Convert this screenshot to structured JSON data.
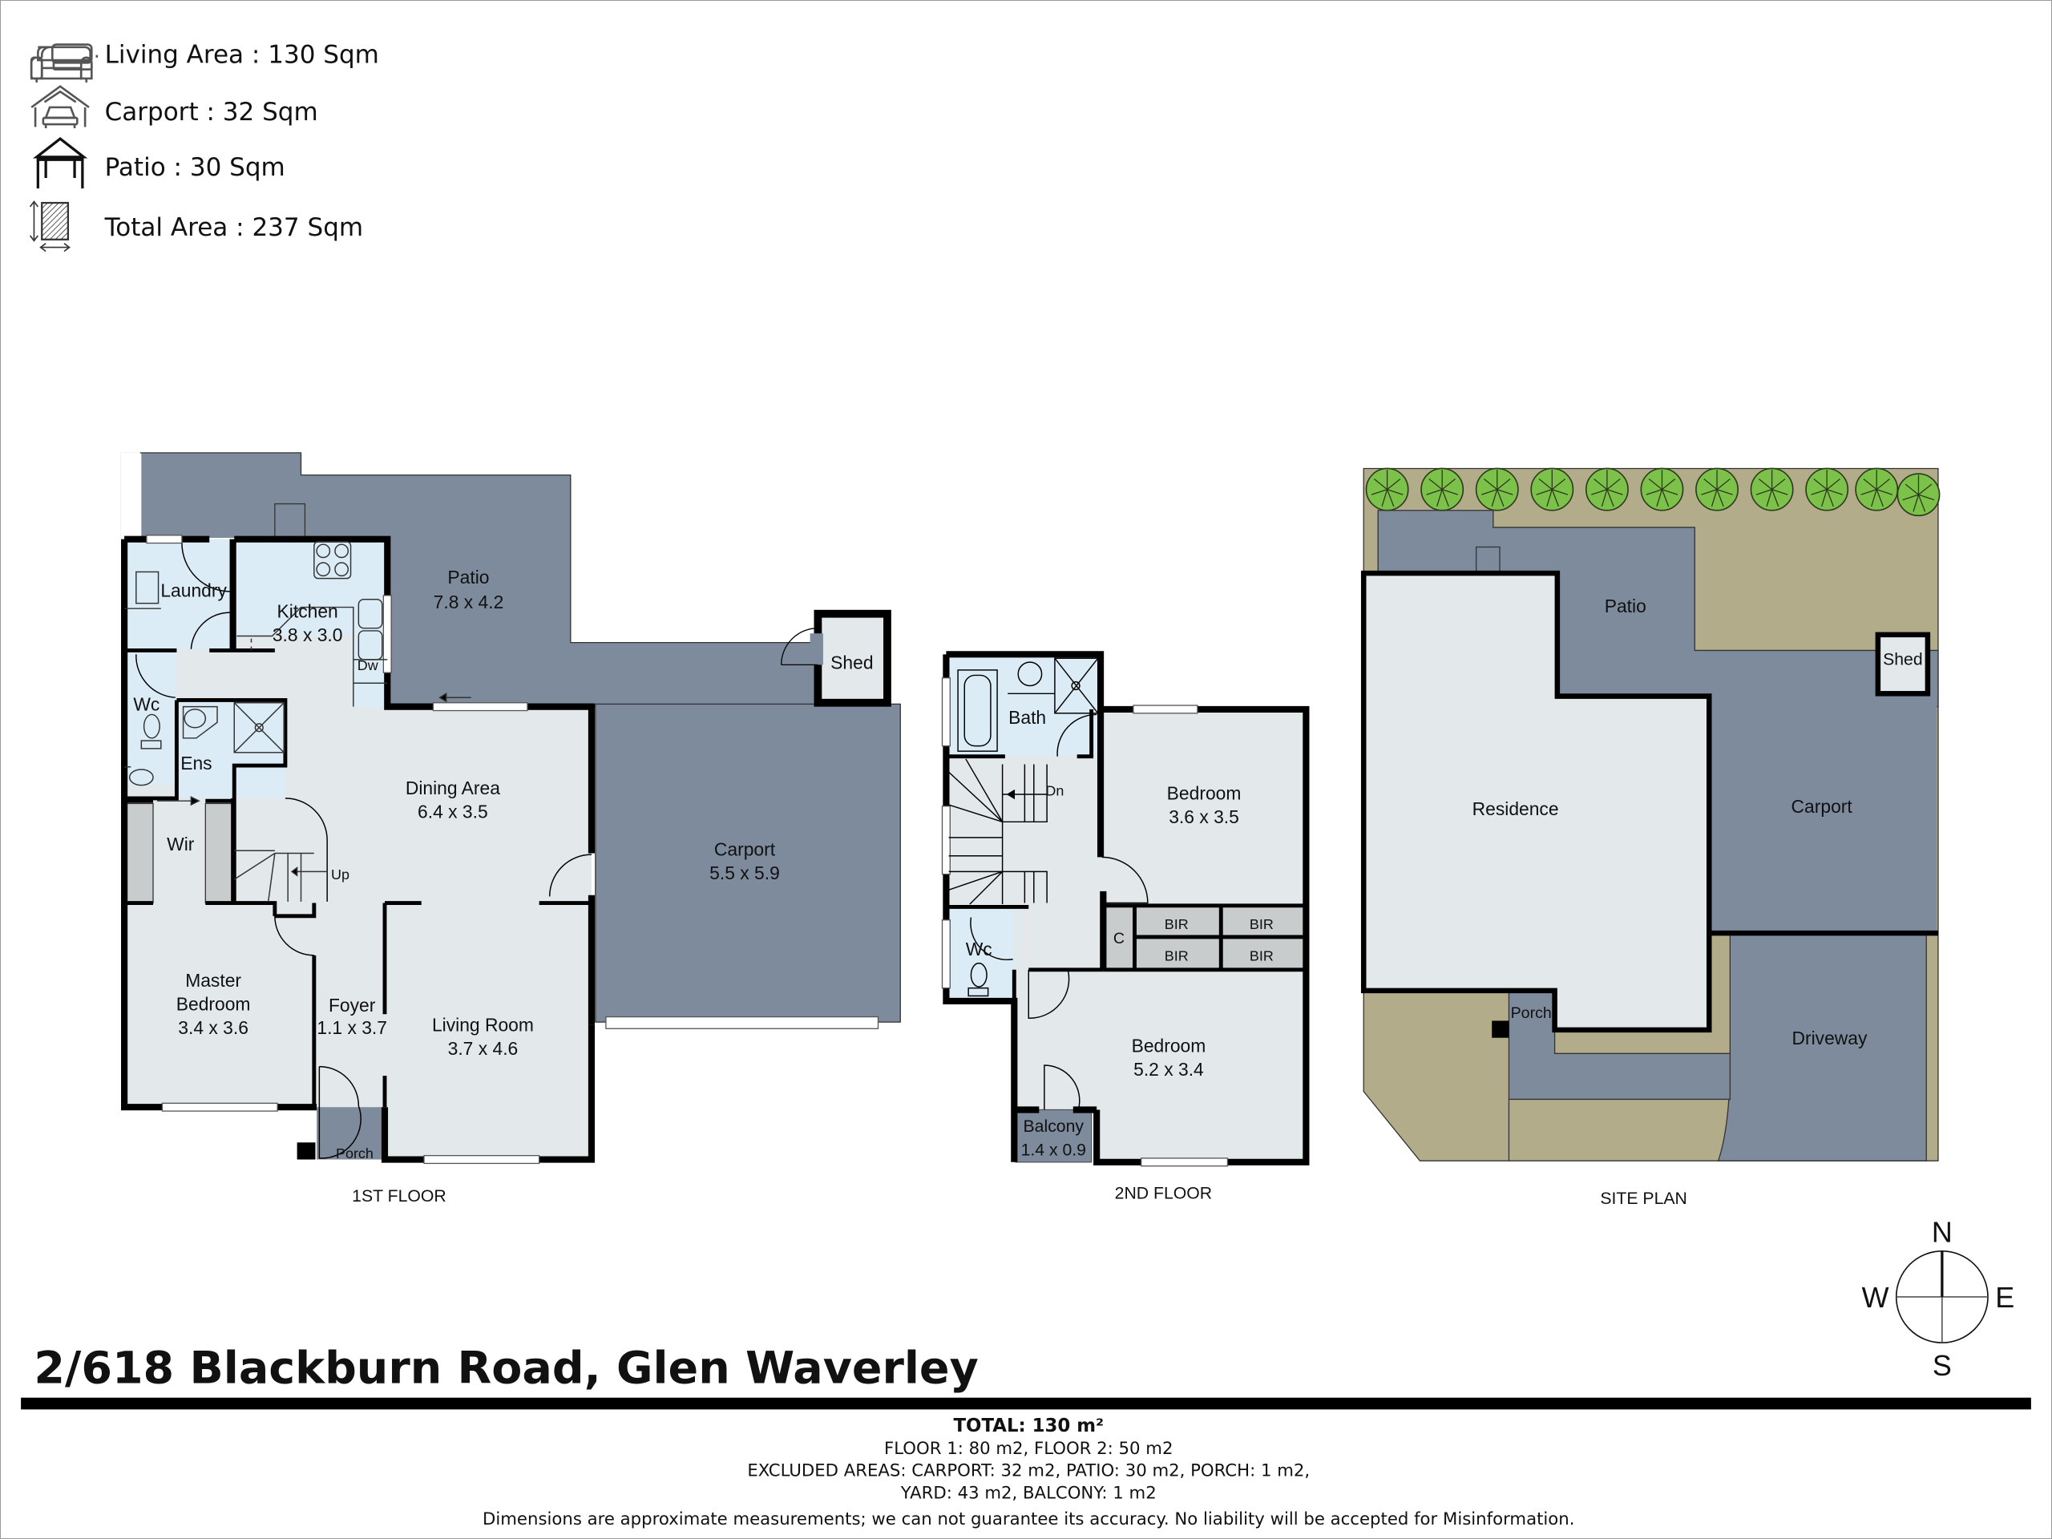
{
  "legend": {
    "items": [
      {
        "icon": "sofa-icon",
        "label": "Living Area : 130 Sqm"
      },
      {
        "icon": "carport-icon",
        "label": "Carport : 32 Sqm"
      },
      {
        "icon": "patio-icon",
        "label": "Patio : 30 Sqm"
      },
      {
        "icon": "total-area-icon",
        "label": "Total Area : 237 Sqm"
      }
    ]
  },
  "colors": {
    "outdoor": "#7d8b9c",
    "room": "#e3e9eb",
    "wet": "#dcecf6",
    "storage": "#c9cccc",
    "yard": "#b3ac8b",
    "tree": "#7cc24a",
    "wall": "#000000"
  },
  "floor1": {
    "caption": "1ST FLOOR",
    "rooms": {
      "patio": {
        "name": "Patio",
        "dims": "7.8 x 4.2"
      },
      "laundry": {
        "name": "Laundry"
      },
      "kitchen": {
        "name": "Kitchen",
        "dims": "3.8 x 3.0"
      },
      "dw": {
        "name": "Dw"
      },
      "wc": {
        "name": "Wc"
      },
      "ens": {
        "name": "Ens"
      },
      "wir": {
        "name": "Wir"
      },
      "dining": {
        "name": "Dining Area",
        "dims": "6.4 x 3.5"
      },
      "up": {
        "name": "Up"
      },
      "master": {
        "name_line1": "Master",
        "name_line2": "Bedroom",
        "dims": "3.4 x 3.6"
      },
      "foyer": {
        "name": "Foyer",
        "dims": "1.1 x 3.7"
      },
      "living": {
        "name": "Living Room",
        "dims": "3.7 x 4.6"
      },
      "porch": {
        "name": "Porch"
      },
      "carport": {
        "name": "Carport",
        "dims": "5.5 x 5.9"
      },
      "shed": {
        "name": "Shed"
      }
    }
  },
  "floor2": {
    "caption": "2ND FLOOR",
    "rooms": {
      "bath": {
        "name": "Bath"
      },
      "dn": {
        "name": "Dn"
      },
      "wc": {
        "name": "Wc"
      },
      "bedroom1": {
        "name": "Bedroom",
        "dims": "3.6 x 3.5"
      },
      "c": {
        "name": "C"
      },
      "bir1": {
        "name": "BIR"
      },
      "bir2": {
        "name": "BIR"
      },
      "bir3": {
        "name": "BIR"
      },
      "bir4": {
        "name": "BIR"
      },
      "bedroom2": {
        "name": "Bedroom",
        "dims": "5.2 x 3.4"
      },
      "balcony": {
        "name": "Balcony",
        "dims": "1.4 x 0.9"
      }
    }
  },
  "site": {
    "caption": "SITE PLAN",
    "areas": {
      "patio": "Patio",
      "shed": "Shed",
      "residence": "Residence",
      "carport": "Carport",
      "porch": "Porch",
      "driveway": "Driveway"
    }
  },
  "compass": {
    "n": "N",
    "s": "S",
    "e": "E",
    "w": "W"
  },
  "address": "2/618 Blackburn Road, Glen Waverley",
  "summary": {
    "total": "TOTAL: 130 m²",
    "floors": "FLOOR 1: 80 m2, FLOOR 2: 50 m2",
    "excluded1": "EXCLUDED AREAS: CARPORT: 32 m2, PATIO: 30 m2, PORCH: 1 m2,",
    "excluded2": "YARD: 43 m2, BALCONY: 1 m2",
    "disclaimer": "Dimensions are approximate measurements; we can not guarantee its accuracy. No liability will be accepted for Misinformation."
  }
}
